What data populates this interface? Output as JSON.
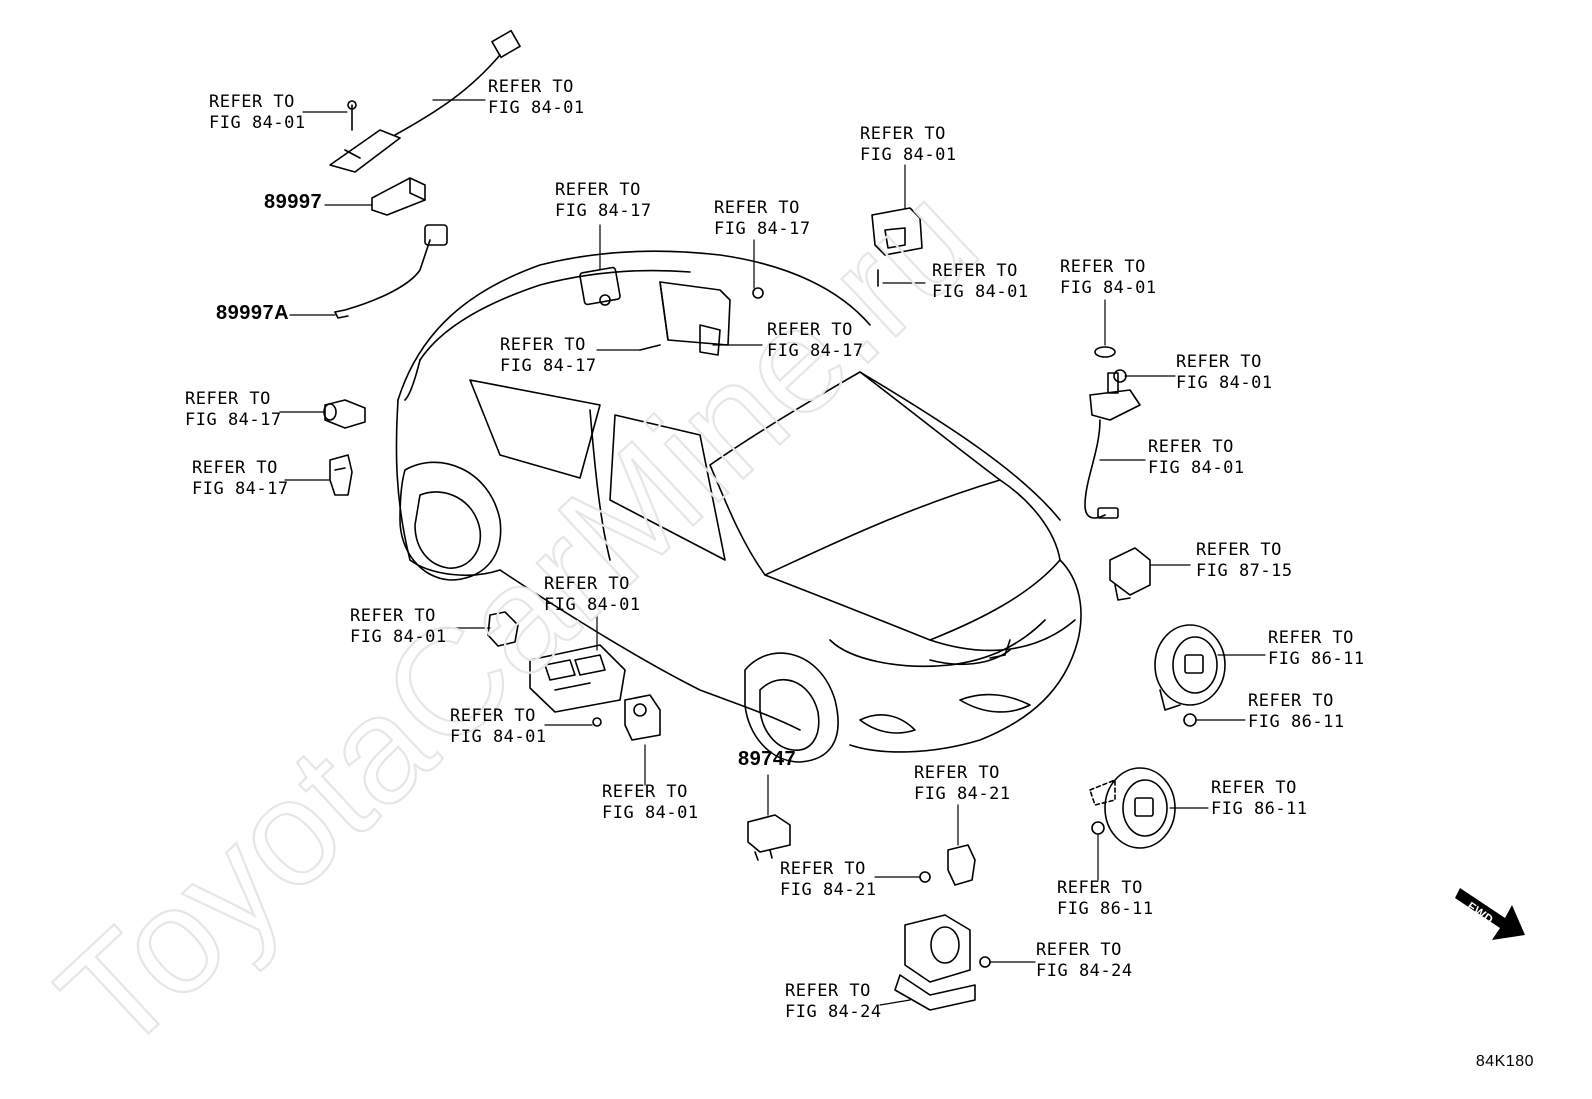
{
  "watermark": "ToyotaCarMine.ru",
  "diagram_code": "84K180",
  "direction_badge": "FWD",
  "part_numbers": {
    "p89997": "89997",
    "p89997a": "89997A",
    "p89747": "89747"
  },
  "callouts": [
    {
      "line1": "REFER TO",
      "line2": "FIG 84-01"
    },
    {
      "line1": "REFER TO",
      "line2": "FIG 84-01"
    },
    {
      "line1": "REFER TO",
      "line2": "FIG 84-17"
    },
    {
      "line1": "REFER TO",
      "line2": "FIG 84-17"
    },
    {
      "line1": "REFER TO",
      "line2": "FIG 84-01"
    },
    {
      "line1": "REFER TO",
      "line2": "FIG 84-01"
    },
    {
      "line1": "REFER TO",
      "line2": "FIG 84-01"
    },
    {
      "line1": "REFER TO",
      "line2": "FIG 84-17"
    },
    {
      "line1": "REFER TO",
      "line2": "FIG 84-17"
    },
    {
      "line1": "REFER TO",
      "line2": "FIG 84-01"
    },
    {
      "line1": "REFER TO",
      "line2": "FIG 84-17"
    },
    {
      "line1": "REFER TO",
      "line2": "FIG 84-17"
    },
    {
      "line1": "REFER TO",
      "line2": "FIG 84-01"
    },
    {
      "line1": "REFER TO",
      "line2": "FIG 87-15"
    },
    {
      "line1": "REFER TO",
      "line2": "FIG 84-01"
    },
    {
      "line1": "REFER TO",
      "line2": "FIG 84-01"
    },
    {
      "line1": "REFER TO",
      "line2": "FIG 86-11"
    },
    {
      "line1": "REFER TO",
      "line2": "FIG 84-01"
    },
    {
      "line1": "REFER TO",
      "line2": "FIG 86-11"
    },
    {
      "line1": "REFER TO",
      "line2": "FIG 84-01"
    },
    {
      "line1": "REFER TO",
      "line2": "FIG 84-21"
    },
    {
      "line1": "REFER TO",
      "line2": "FIG 86-11"
    },
    {
      "line1": "REFER TO",
      "line2": "FIG 84-21"
    },
    {
      "line1": "REFER TO",
      "line2": "FIG 86-11"
    },
    {
      "line1": "REFER TO",
      "line2": "FIG 84-24"
    },
    {
      "line1": "REFER TO",
      "line2": "FIG 84-24"
    }
  ]
}
